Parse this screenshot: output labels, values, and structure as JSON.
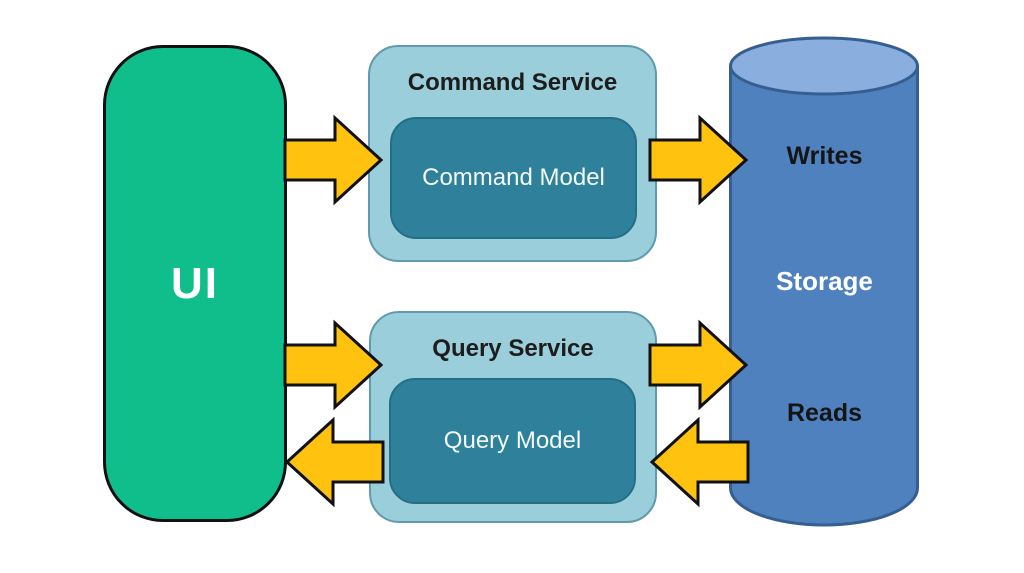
{
  "diagram": {
    "title_semantic": "CQRS architecture diagram",
    "ui": {
      "label": "UI"
    },
    "command_service": {
      "title": "Command Service",
      "model": "Command Model"
    },
    "query_service": {
      "title": "Query Service",
      "model": "Query Model"
    },
    "storage": {
      "writes": "Writes",
      "label": "Storage",
      "reads": "Reads"
    },
    "arrows": [
      {
        "from": "UI",
        "to": "Command Service",
        "direction": "right"
      },
      {
        "from": "Command Service",
        "to": "Storage",
        "direction": "right"
      },
      {
        "from": "UI",
        "to": "Query Service",
        "direction": "right"
      },
      {
        "from": "Query Service",
        "to": "Storage",
        "direction": "right"
      },
      {
        "from": "Storage",
        "to": "Query Service",
        "direction": "left"
      },
      {
        "from": "Query Service",
        "to": "UI",
        "direction": "left"
      }
    ],
    "colors": {
      "ui_fill": "#10BE8C",
      "service_fill": "#9BCEDB",
      "service_border": "#5F9BAD",
      "model_fill": "#2F809B",
      "model_border": "#256F85",
      "cylinder_fill": "#4E81BD",
      "cylinder_top_fill": "#8AAEDE",
      "cylinder_border": "#365F91",
      "arrow_fill": "#FFC20E",
      "arrow_outline": "#111111",
      "dark_text": "#1D1D1D",
      "light_text": "#FFFFFF"
    }
  }
}
